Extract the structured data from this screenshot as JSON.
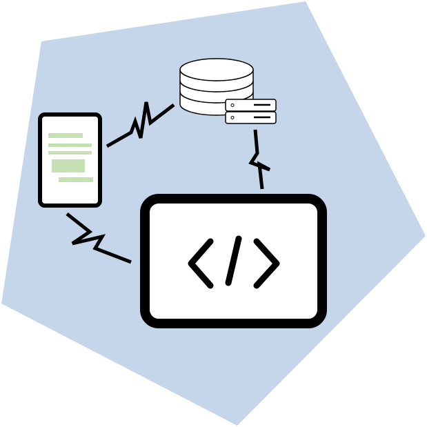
{
  "background": {
    "shape": "pentagon",
    "fill_color": "#c5d6ea"
  },
  "colors": {
    "outline": "#000000",
    "panel": "#ffffff",
    "document_lines": "#c5e1b3"
  },
  "nodes": [
    {
      "id": "mobile-device",
      "icon": "tablet-document-icon"
    },
    {
      "id": "database-server",
      "icon": "database-server-icon"
    },
    {
      "id": "code-window",
      "icon": "code-brackets-icon"
    }
  ],
  "connections": [
    {
      "from": "mobile-device",
      "to": "database-server",
      "style": "zigzag"
    },
    {
      "from": "database-server",
      "to": "code-window",
      "style": "zigzag"
    },
    {
      "from": "mobile-device",
      "to": "code-window",
      "style": "zigzag"
    }
  ]
}
